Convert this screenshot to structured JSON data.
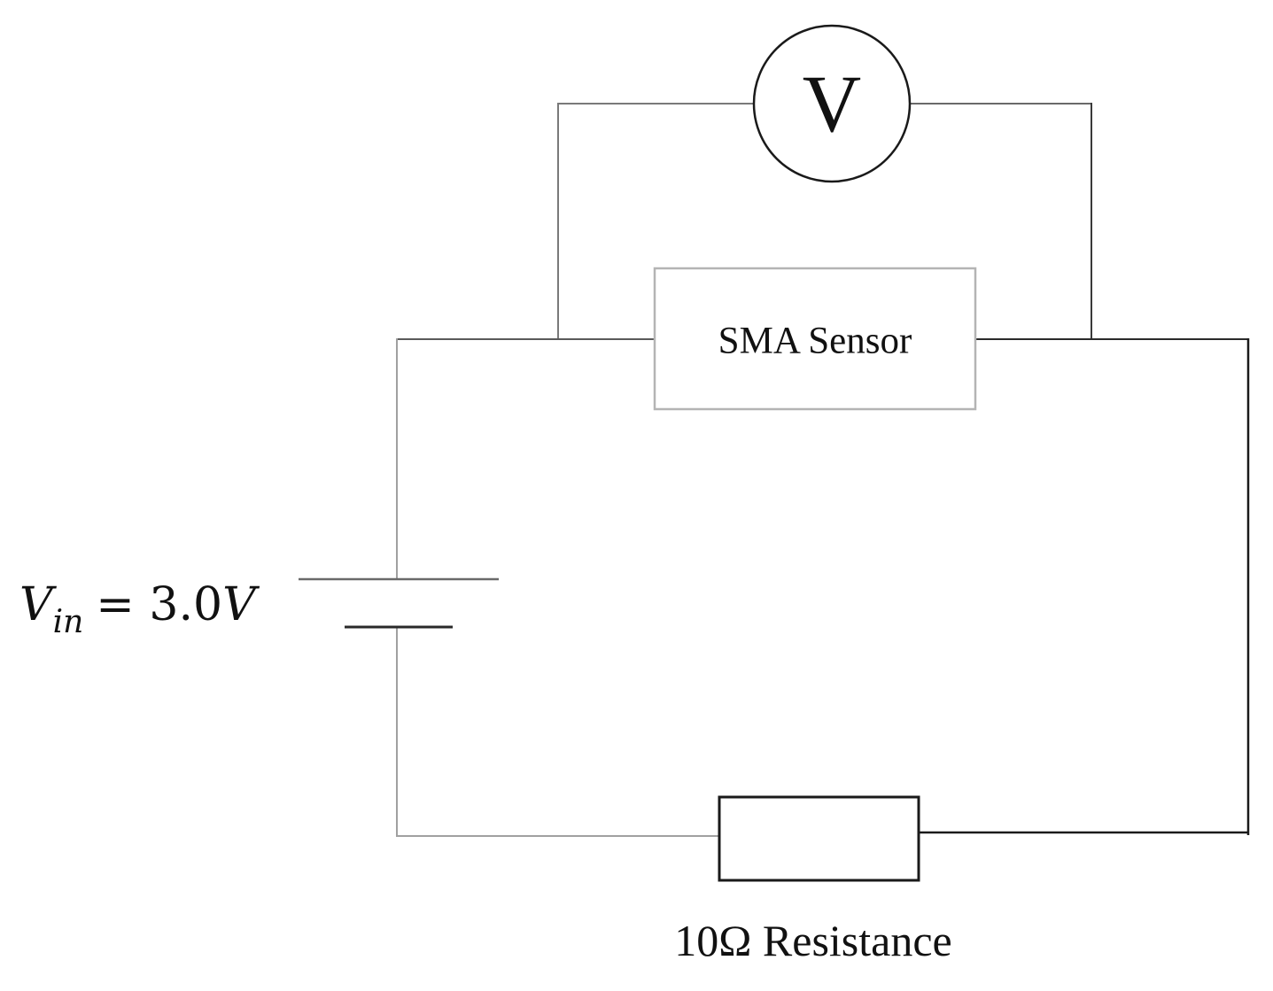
{
  "voltmeter": {
    "symbol": "V"
  },
  "sensor": {
    "label": "SMA Sensor"
  },
  "source": {
    "symbol": "V",
    "subscript": "in",
    "equals": "= 3.0",
    "unit": "V"
  },
  "resistor": {
    "label": "10Ω Resistance"
  },
  "colors": {
    "wire_dark": "#2a2a2a",
    "wire_light": "#9a9a9a",
    "sensor_border": "#b4b4b4",
    "text": "#111111"
  }
}
